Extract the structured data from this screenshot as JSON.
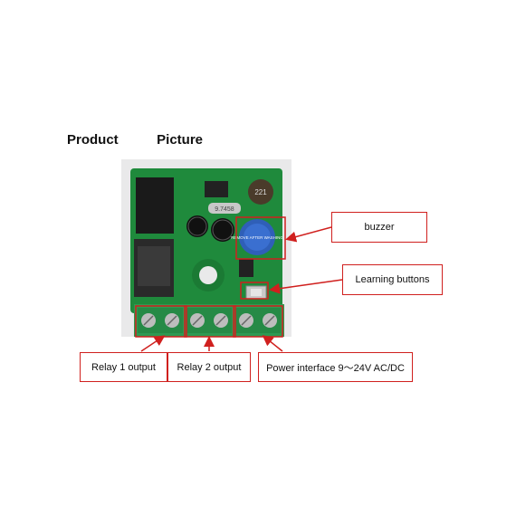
{
  "title": "Product   Picture",
  "board": {
    "buzzer_text": "REMOVE AFTER WASHING",
    "inductor_text": "221",
    "crystal_text": "9.7458"
  },
  "labels": {
    "buzzer": "buzzer",
    "learning": "Learning buttons",
    "relay1": "Relay 1 output",
    "relay2": "Relay 2 output",
    "power": "Power interface 9～24V AC/DC"
  },
  "colors": {
    "pcb": "#1f8a3c",
    "terminal": "#2e9a52",
    "annotation": "#d0201e"
  },
  "icons": [
    "screw-terminal-icon",
    "relay-icon",
    "capacitor-icon",
    "buzzer-icon"
  ]
}
